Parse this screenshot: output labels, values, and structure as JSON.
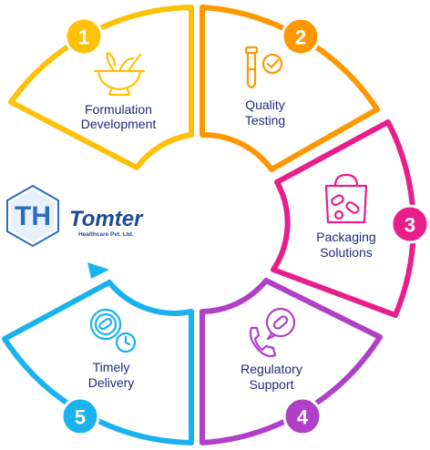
{
  "logo": {
    "monogram": "TH",
    "name": "Tomter",
    "subtitle": "Healthcare Pvt. Ltd."
  },
  "steps": [
    {
      "number": "1",
      "line1": "Formulation",
      "line2": "Development",
      "color": "#ffc107",
      "icon": "mortar-pestle-herb-icon"
    },
    {
      "number": "2",
      "line1": "Quality",
      "line2": "Testing",
      "color": "#ff9800",
      "icon": "test-tube-check-icon"
    },
    {
      "number": "3",
      "line1": "Packaging",
      "line2": "Solutions",
      "color": "#e91e8c",
      "icon": "pill-bag-icon"
    },
    {
      "number": "4",
      "line1": "Regulatory",
      "line2": "Support",
      "color": "#b040c8",
      "icon": "phone-pill-chat-icon"
    },
    {
      "number": "5",
      "line1": "Timely",
      "line2": "Delivery",
      "color": "#1ab2ee",
      "icon": "pill-plate-clock-icon"
    }
  ]
}
